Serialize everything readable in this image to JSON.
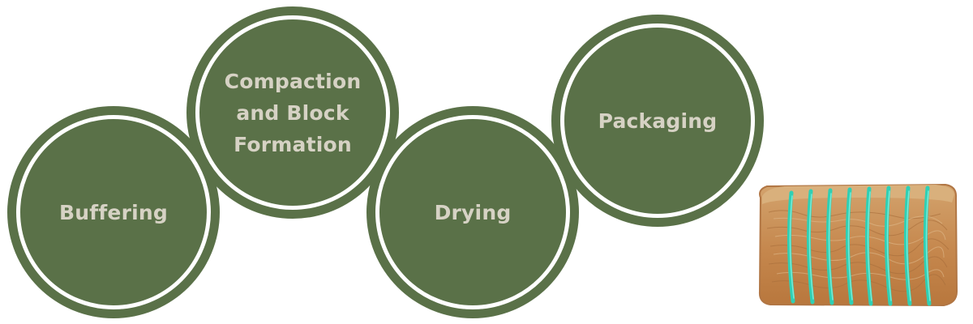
{
  "steps": [
    {
      "label": "Buffering"
    },
    {
      "label": "Compaction\nand Block\nFormation"
    },
    {
      "label": "Drying"
    },
    {
      "label": "Packaging"
    }
  ],
  "colors": {
    "circle_fill": "#5a7148",
    "ring": "#ffffff",
    "label_text": "#d6d2c4",
    "bale_fiber": "#c98f57",
    "bale_strap": "#2fd0b4"
  },
  "image": {
    "subject": "coir-block-bale-icon"
  }
}
